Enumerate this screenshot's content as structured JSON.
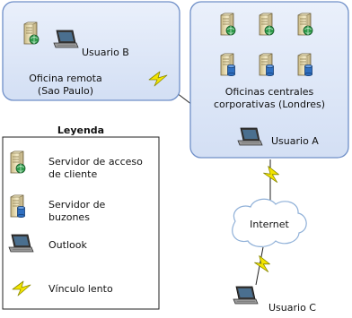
{
  "remote_office": {
    "line1": "Oficina remota",
    "line2": "(Sao Paulo)",
    "user": "Usuario B"
  },
  "hq": {
    "line1": "Oficinas centrales",
    "line2": "corporativas (Londres)",
    "user": "Usuario A"
  },
  "internet": {
    "label": "Internet",
    "user": "Usuario C"
  },
  "legend": {
    "title": "Leyenda",
    "items": [
      {
        "line1": "Servidor de acceso",
        "line2": "de cliente",
        "icon": "client-access-server-icon"
      },
      {
        "line1": "Servidor de",
        "line2": "buzones",
        "icon": "mailbox-server-icon"
      },
      {
        "line1": "Outlook",
        "line2": "",
        "icon": "laptop-icon"
      },
      {
        "line1": "Vínculo lento",
        "line2": "",
        "icon": "slow-link-icon"
      }
    ]
  },
  "colors": {
    "office_fill": "#dce6f7",
    "office_stroke": "#6f8fc8",
    "cloud_stroke": "#8fb0d8",
    "bolt_fill": "#f3e400",
    "bolt_stroke": "#8a8a00",
    "server_body": "#e8dcae",
    "cas_badge": "#2e9a4a",
    "mailbox_badge": "#2f6fc0"
  }
}
